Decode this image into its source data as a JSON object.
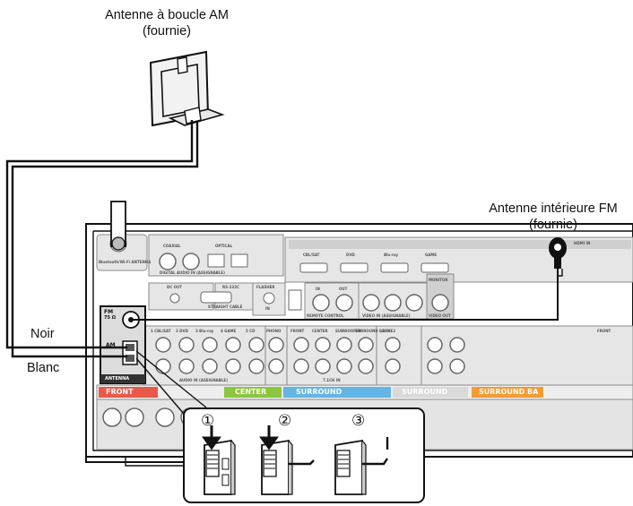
{
  "labels": {
    "am_antenna_line1": "Antenne à boucle AM",
    "am_antenna_line2": "(fournie)",
    "fm_antenna_line1": "Antenne intérieure FM",
    "fm_antenna_line2": "(fournie)",
    "wire_black": "Noir",
    "wire_white": "Blanc"
  },
  "panel": {
    "terminal_fm": "FM",
    "terminal_fm_ohm": "75 Ω",
    "terminal_am": "AM",
    "antenna_label": "ANTENNA",
    "bluetooth_label": "Bluetooth/Wi-Fi ANTENNA",
    "digital_audio_in": "DIGITAL AUDIO IN (ASSIGNABLE)",
    "coaxial": "COAXIAL",
    "optical": "OPTICAL",
    "dc_out": "DC OUT",
    "rs232c": "RS-232C",
    "flasher": "FLASHER",
    "flasher_in": "IN",
    "straight_cable": "STRAIGHT CABLE",
    "remote_control": "REMOTE CONTROL",
    "remote_in": "IN",
    "remote_out": "OUT",
    "video_in": "VIDEO IN (ASSIGNABLE)",
    "monitor": "MONITOR",
    "video_out": "VIDEO OUT",
    "hdmi_in": "HDMI IN",
    "hdmi_ports": [
      "CBL/SAT",
      "DVD",
      "Blu-ray",
      "GAME"
    ],
    "audio_in_row": [
      "1 CBL/SAT",
      "2 DVD",
      "3 Blu-ray",
      "4 GAME",
      "5 CD"
    ],
    "phono": "PHONO",
    "audio_in": "AUDIO IN (ASSIGNABLE)",
    "preout_cols": [
      "FRONT",
      "CENTER",
      "SUBWOOFER",
      "SURROUND BACK"
    ],
    "zone2": "ZONE2",
    "preout": "7.1CH IN",
    "speaker_front": "FRONT",
    "speaker_center": "CENTER",
    "speaker_surround": "SURROUND",
    "speaker_surround_back": "SURROUND BA"
  },
  "steps": [
    "①",
    "②",
    "③"
  ],
  "colors": {
    "wire": "#111111",
    "panel_fill": "#dcdcdc",
    "panel_line": "#8a8a8a",
    "center_green": "#8cc63f",
    "surround_blue": "#62b5e5",
    "surround_back_orange": "#f29c33",
    "front_red": "#e8594a"
  }
}
